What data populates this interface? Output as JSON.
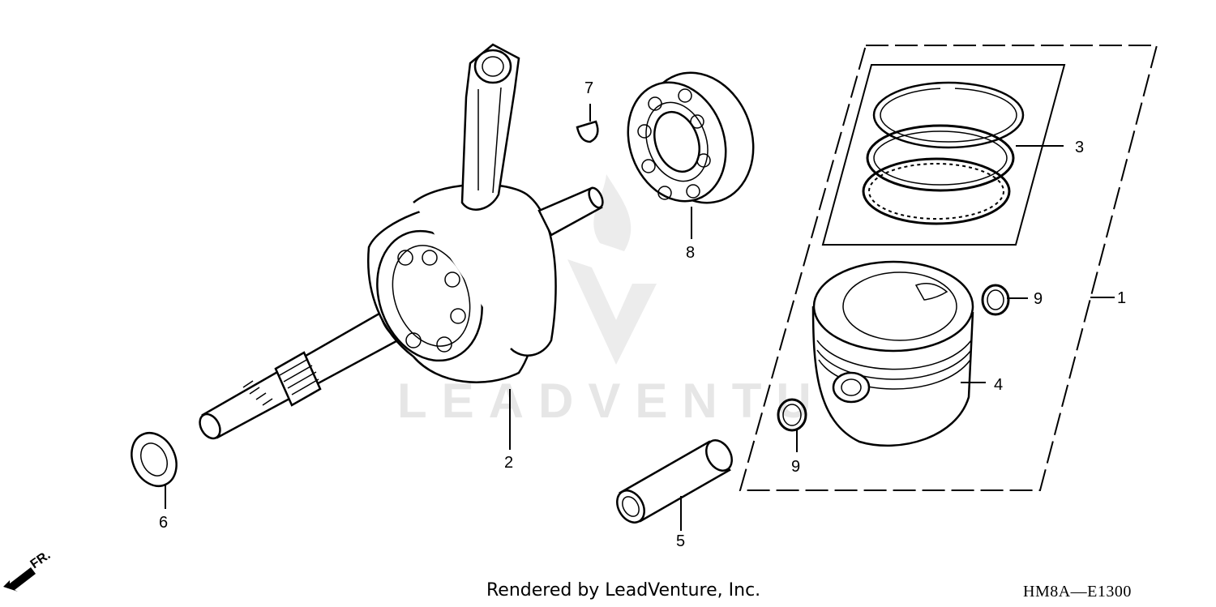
{
  "callouts": {
    "c1": "1",
    "c2": "2",
    "c3": "3",
    "c4": "4",
    "c5": "5",
    "c6": "6",
    "c7": "7",
    "c8": "8",
    "c9a": "9",
    "c9b": "9"
  },
  "watermark": "LEADVENTURE",
  "footer": "Rendered by LeadVenture, Inc.",
  "diagram_code": "HM8A—E1300",
  "front_label": "FR.",
  "icons": {
    "front_arrow": "arrow-down-left-icon"
  }
}
